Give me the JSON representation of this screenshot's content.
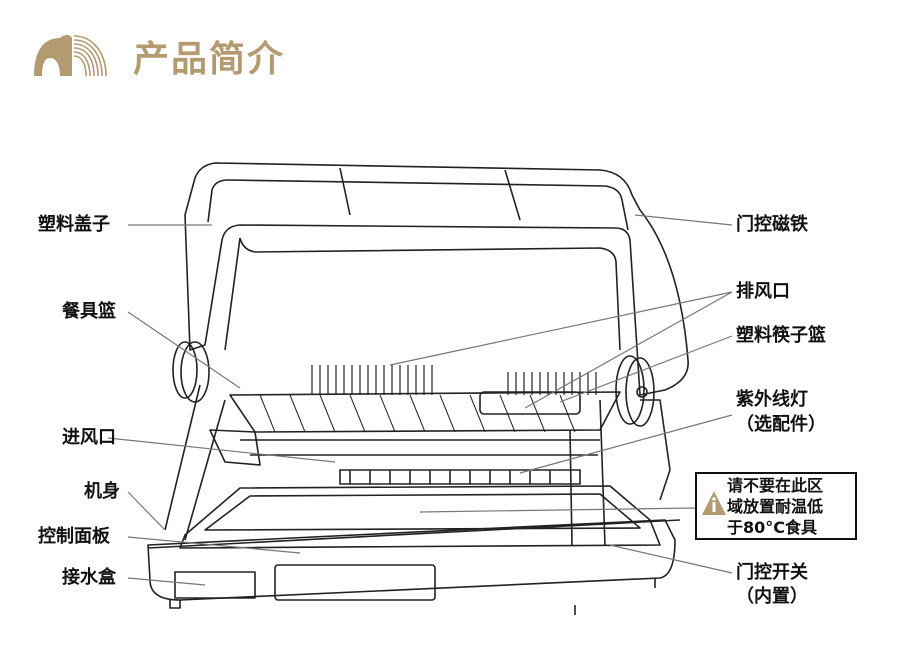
{
  "header": {
    "title": "产品简介",
    "brand_color": "#b39a70"
  },
  "labels": {
    "lid": "塑料盖子",
    "basket": "餐具篮",
    "air_inlet": "进风口",
    "body": "机身",
    "control_panel": "控制面板",
    "drip_tray": "接水盒",
    "door_magnet": "门控磁铁",
    "air_outlet": "排风口",
    "chopstick_basket": "塑料筷子篮",
    "uv_lamp": "紫外线灯",
    "uv_lamp_note": "（选配件）",
    "door_switch": "门控开关",
    "door_switch_note": "（内置）"
  },
  "warning": {
    "lines": [
      "请不要在此区",
      "域放置耐温低",
      "于80°C食具"
    ],
    "icon": "warning-triangle-icon"
  }
}
